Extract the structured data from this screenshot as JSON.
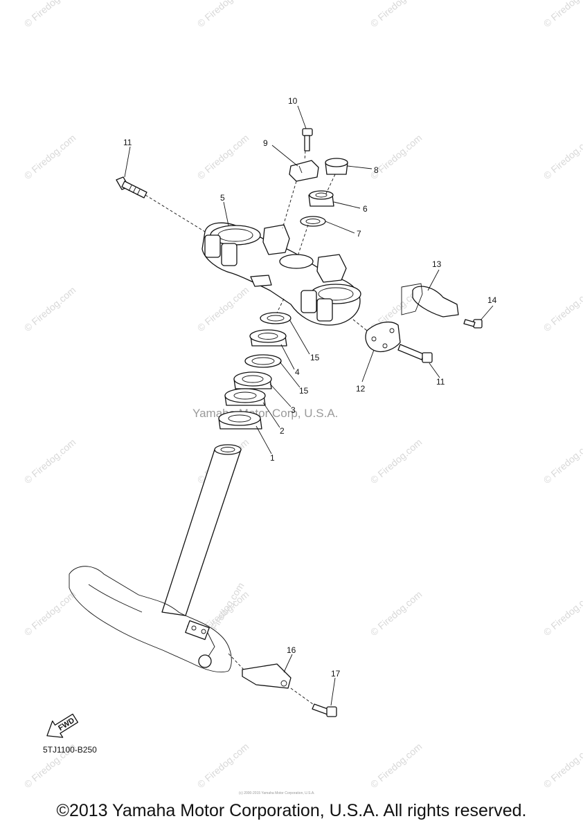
{
  "watermark": "© Firedog.com",
  "center_watermark": "Yamaha Motor Corp, U.S.A.",
  "side_watermark": "Firedog.com",
  "diagram_code": "5TJ1100-B250",
  "fwd_label": "FWD",
  "fine_print": "(c) 2000-2015 Yamaha Motor Corporation, U.S.A.",
  "copyright": "©2013 Yamaha Motor Corporation, U.S.A. All rights reserved.",
  "callouts": [
    {
      "id": "c10",
      "label": "10"
    },
    {
      "id": "c11a",
      "label": "11"
    },
    {
      "id": "c9",
      "label": "9"
    },
    {
      "id": "c8",
      "label": "8"
    },
    {
      "id": "c5",
      "label": "5"
    },
    {
      "id": "c6",
      "label": "6"
    },
    {
      "id": "c7",
      "label": "7"
    },
    {
      "id": "c13",
      "label": "13"
    },
    {
      "id": "c14",
      "label": "14"
    },
    {
      "id": "c15a",
      "label": "15"
    },
    {
      "id": "c4",
      "label": "4"
    },
    {
      "id": "c15b",
      "label": "15"
    },
    {
      "id": "c3",
      "label": "3"
    },
    {
      "id": "c2",
      "label": "2"
    },
    {
      "id": "c1",
      "label": "1"
    },
    {
      "id": "c12",
      "label": "12"
    },
    {
      "id": "c11b",
      "label": "11"
    },
    {
      "id": "c16",
      "label": "16"
    },
    {
      "id": "c17",
      "label": "17"
    }
  ]
}
